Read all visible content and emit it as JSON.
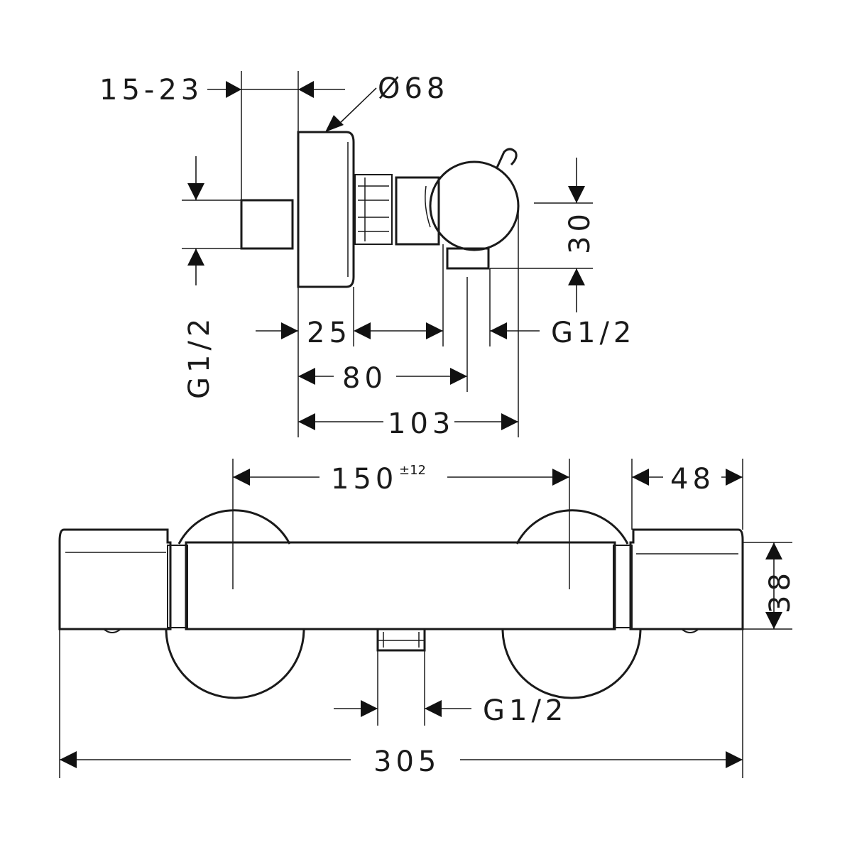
{
  "side_view": {
    "pipe_range": "15-23",
    "diameter": "Ø68",
    "inlet_thread_vertical": "G1/2",
    "depth_cover": "25",
    "outlet_thread_side": "G1/2",
    "outlet_height": "30",
    "depth_outlet": "80",
    "depth_total": "103"
  },
  "front_view": {
    "inlet_spacing": "150",
    "inlet_spacing_tolerance": "±12",
    "handle_width": "48",
    "body_height": "38",
    "outlet_thread_bottom": "G1/2",
    "total_width": "305"
  }
}
